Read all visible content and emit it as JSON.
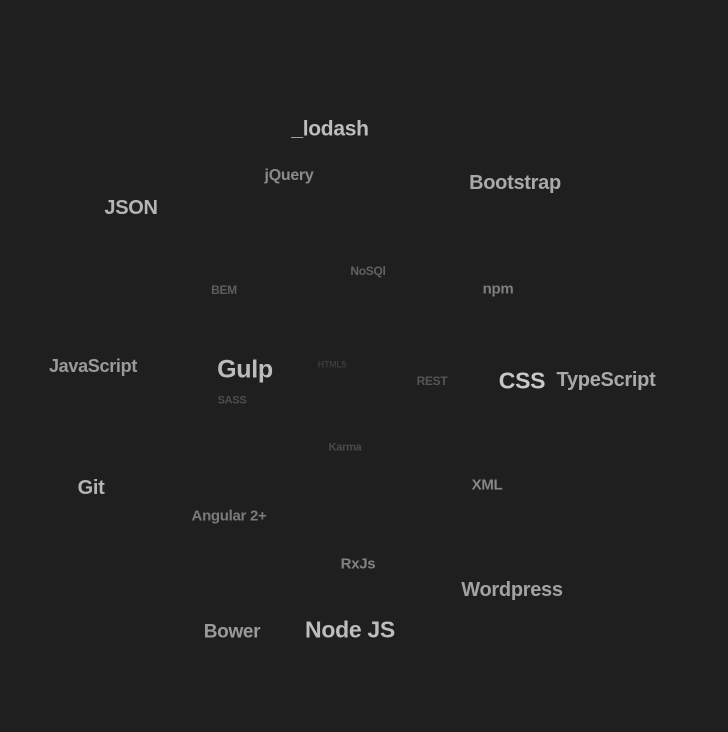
{
  "tags": [
    {
      "id": "lodash",
      "label": "_lodash"
    },
    {
      "id": "jquery",
      "label": "jQuery"
    },
    {
      "id": "bootstrap",
      "label": "Bootstrap"
    },
    {
      "id": "json",
      "label": "JSON"
    },
    {
      "id": "nosql",
      "label": "NoSQl"
    },
    {
      "id": "bem",
      "label": "BEM"
    },
    {
      "id": "npm",
      "label": "npm"
    },
    {
      "id": "javascript",
      "label": "JavaScript"
    },
    {
      "id": "gulp",
      "label": "Gulp"
    },
    {
      "id": "html5",
      "label": "HTML5"
    },
    {
      "id": "rest",
      "label": "REST"
    },
    {
      "id": "css",
      "label": "CSS"
    },
    {
      "id": "typescript",
      "label": "TypeScript"
    },
    {
      "id": "sass",
      "label": "SASS"
    },
    {
      "id": "karma",
      "label": "Karma"
    },
    {
      "id": "git",
      "label": "Git"
    },
    {
      "id": "xml",
      "label": "XML"
    },
    {
      "id": "angular",
      "label": "Angular 2+"
    },
    {
      "id": "rxjs",
      "label": "RxJs"
    },
    {
      "id": "wordpress",
      "label": "Wordpress"
    },
    {
      "id": "bower",
      "label": "Bower"
    },
    {
      "id": "nodejs",
      "label": "Node JS"
    }
  ]
}
